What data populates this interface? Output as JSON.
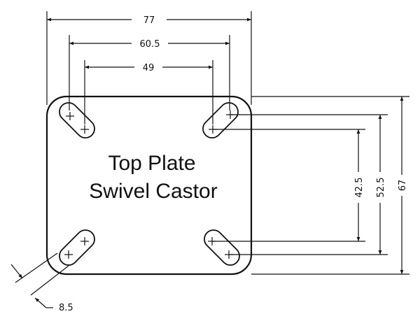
{
  "drawing": {
    "title_line1": "Top Plate",
    "title_line2": "Swivel Castor",
    "dims": {
      "overall_width": "77",
      "outer_hole_span": "60.5",
      "inner_hole_span": "49",
      "inner_vertical_span": "42.5",
      "outer_vertical_span": "52.5",
      "overall_height": "67",
      "slot_width": "8.5"
    }
  }
}
